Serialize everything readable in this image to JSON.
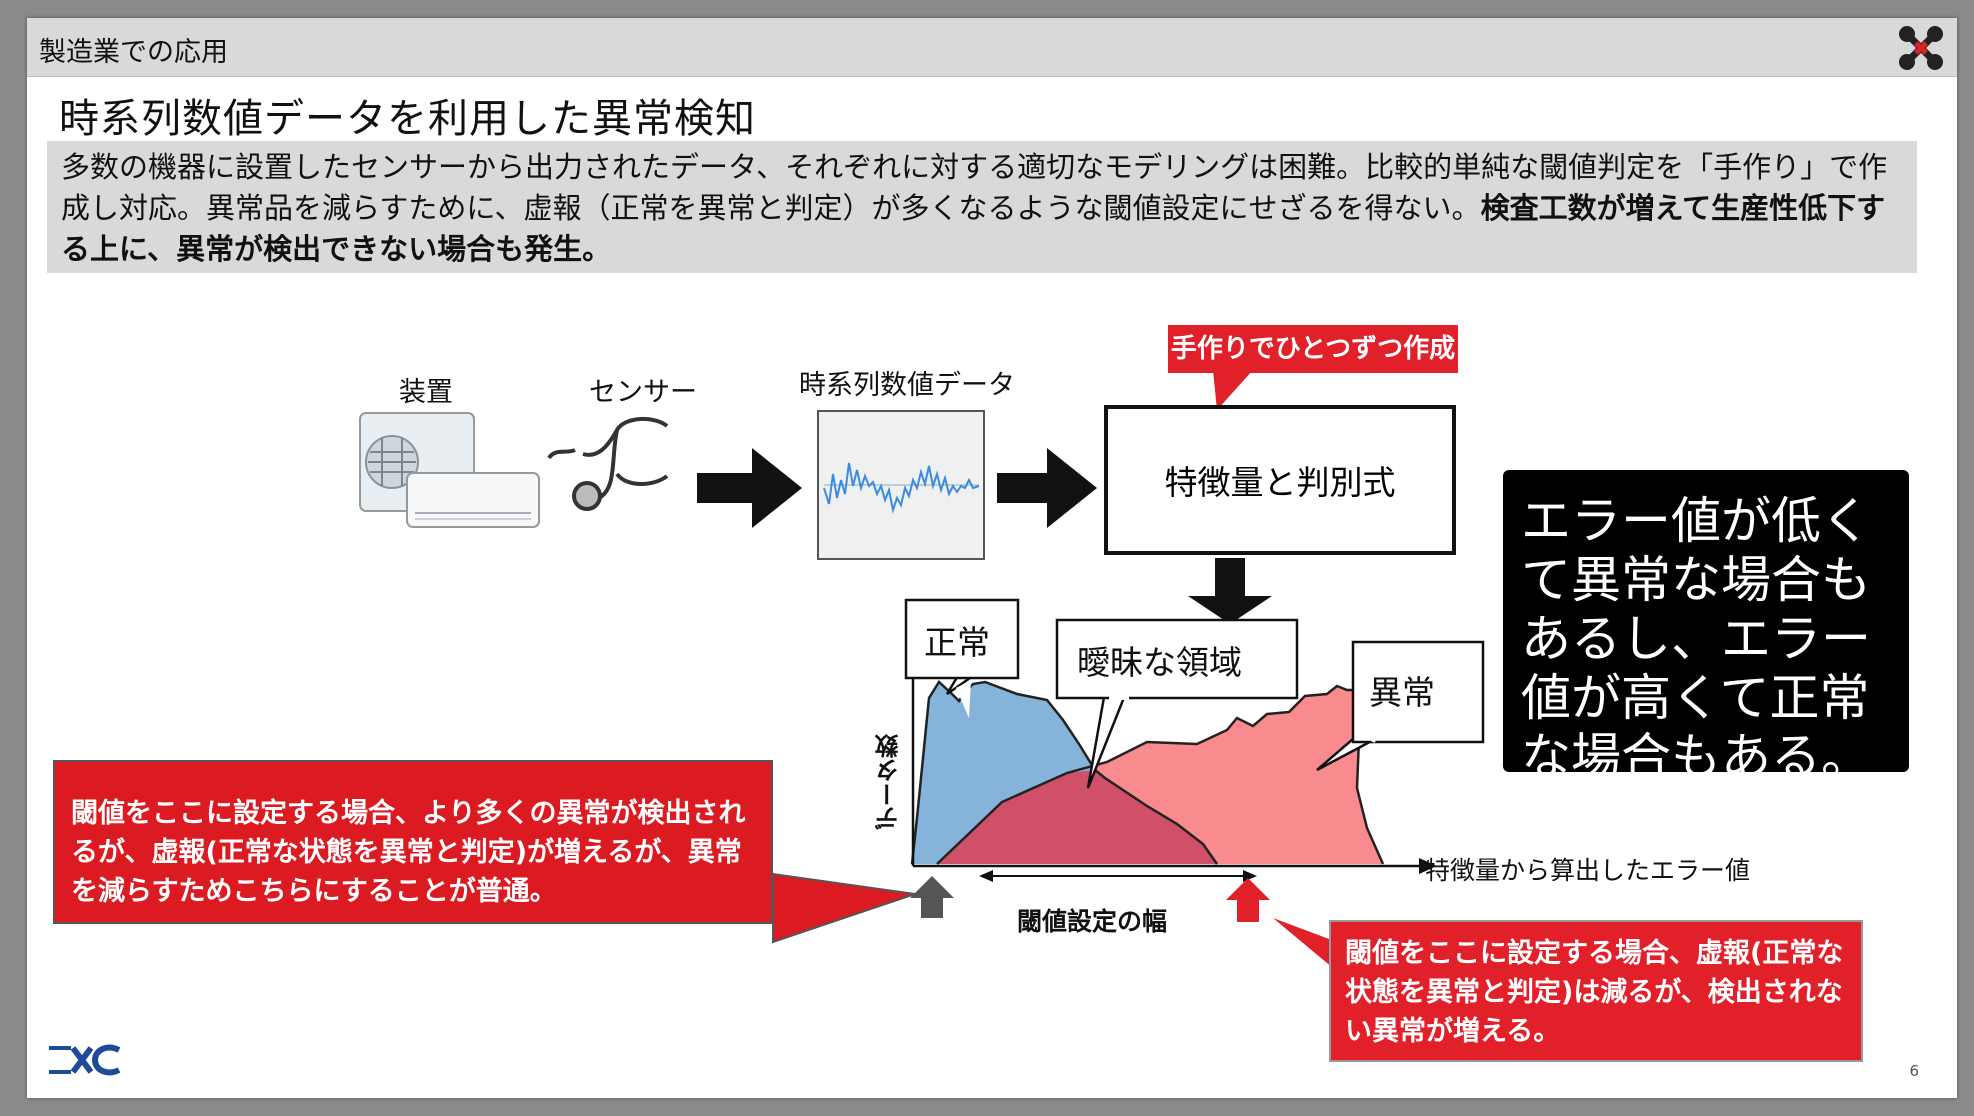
{
  "header": {
    "section_title": "製造業での応用"
  },
  "page_title": "時系列数値データを利用した異常検知",
  "summary": {
    "normal_text": "多数の機器に設置したセンサーから出力されたデータ、それぞれに対する適切なモデリングは困難。比較的単純な閾値判定を「手作り」で作成し対応。異常品を減らすために、虚報（正常を異常と判定）が多くなるような閾値設定にせざるを得ない。",
    "bold_text": "検査工数が増えて生産性低下する上に、異常が検出できない場合も発生。"
  },
  "pipeline": {
    "device_label": "装置",
    "sensor_label": "センサー",
    "timeseries_label": "時系列数値データ",
    "feature_box_label": "特徴量と判別式",
    "handmade_callout": "手作りでひとつずつ作成"
  },
  "distribution": {
    "y_axis_label": "データ数",
    "x_axis_label": "特徴量から算出したエラー値",
    "normal_label": "正常",
    "ambiguous_label": "曖昧な領域",
    "abnormal_label": "異常",
    "threshold_range_label": "閾値設定の幅",
    "colors": {
      "normal": "#86b3d9",
      "overlap": "#cf5068",
      "abnormal": "#f98a8d"
    }
  },
  "notes": {
    "black_note": "エラー値が低くて異常な場合もあるし、エラー値が高くて正常な場合もある。",
    "left_threshold_note": "閾値をここに設定する場合、より多くの異常が検出されるが、虚報(正常な状態を異常と判定)が増えるが、異常を減らすためこちらにすることが普通。",
    "right_threshold_note": "閾値をここに設定する場合、虚報(正常な状態を異常と判定)は減るが、検出されない異常が増える。"
  },
  "footer": {
    "page_number": "6",
    "logo_text": "XC"
  }
}
